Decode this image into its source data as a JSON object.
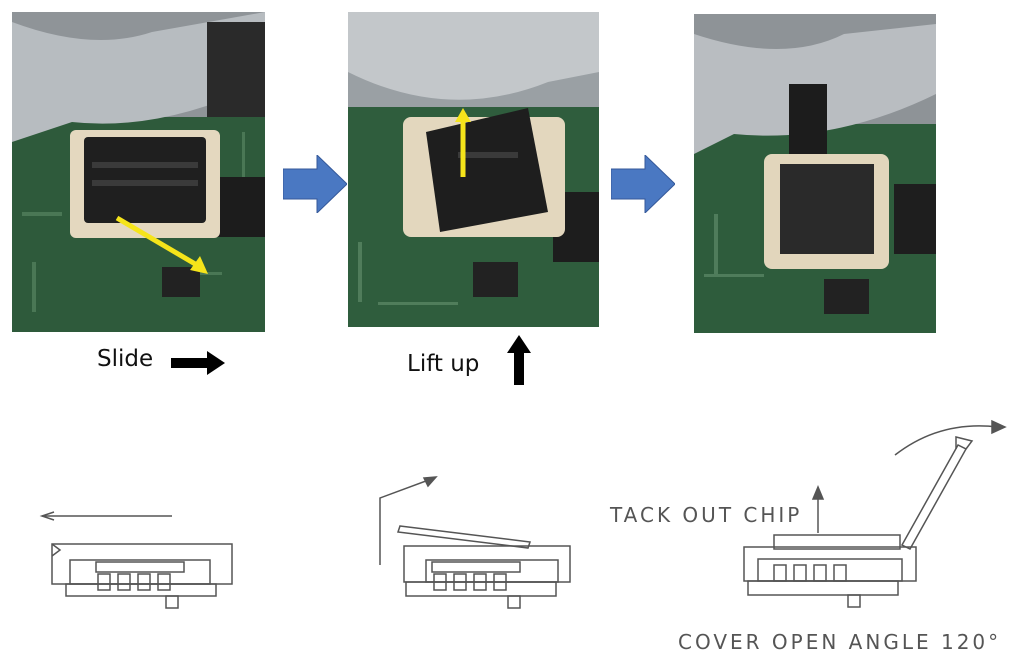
{
  "steps": [
    {
      "photo": "socket-cover-closed-photo",
      "caption": "Slide",
      "arrow": "right-arrow"
    },
    {
      "photo": "socket-cover-lifting-photo",
      "caption": "Lift up",
      "arrow": "up-arrow"
    },
    {
      "photo": "socket-cover-open-photo",
      "caption": "",
      "arrow": ""
    }
  ],
  "drawings": {
    "tack_out_label": "TACK OUT CHIP",
    "cover_angle_label": "COVER OPEN ANGLE 120°"
  },
  "colors": {
    "flow_arrow": "#4a78c2",
    "pcb_green": "#2f5a3c",
    "socket_beige": "#e3d7be",
    "highlight_arrow": "#f5e41a",
    "line_drawing": "#555555"
  }
}
